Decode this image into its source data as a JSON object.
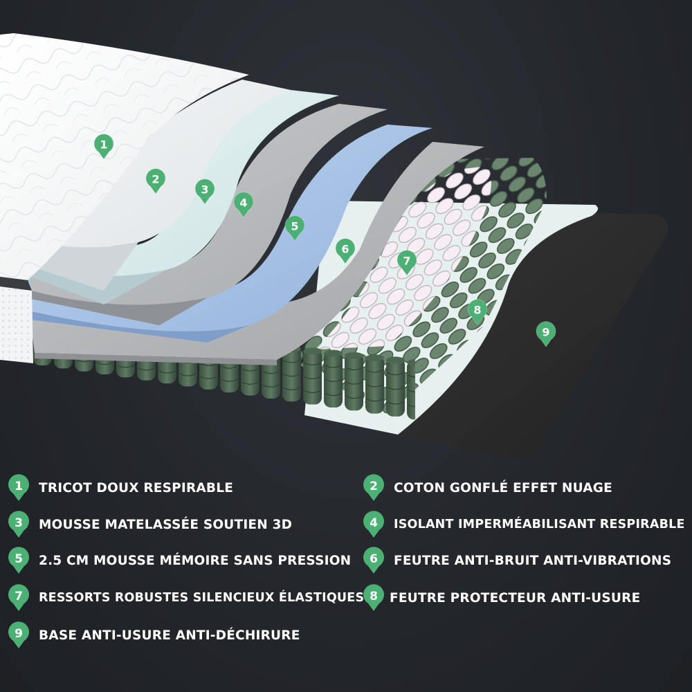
{
  "colors": {
    "pin": "#4caf73",
    "background": "#24272c",
    "spring": "#4d6651",
    "pink_spring": "#eddde9",
    "memory_foam": "#a9c4e8",
    "felt": "#b9bbbd",
    "base": "#2b2b2b",
    "protector": "#e7f2f0"
  },
  "layers": [
    {
      "num": "1",
      "label": "TRICOT DOUX RESPIRABLE"
    },
    {
      "num": "2",
      "label": "COTON GONFLÉ EFFET NUAGE"
    },
    {
      "num": "3",
      "label": "MOUSSE MATELASSÉE SOUTIEN 3D"
    },
    {
      "num": "4",
      "label": "ISOLANT IMPERMÉABILISANT RESPIRABLE"
    },
    {
      "num": "5",
      "label": "2.5 CM MOUSSE MÉMOIRE SANS PRESSION"
    },
    {
      "num": "6",
      "label": "FEUTRE ANTI-BRUIT ANTI-VIBRATIONS"
    },
    {
      "num": "7",
      "label": "RESSORTS ROBUSTES SILENCIEUX ÉLASTIQUES"
    },
    {
      "num": "8",
      "label": "FEUTRE PROTECTEUR ANTI-USURE"
    },
    {
      "num": "9",
      "label": "BASE ANTI-USURE ANTI-DÉCHIRURE"
    }
  ]
}
